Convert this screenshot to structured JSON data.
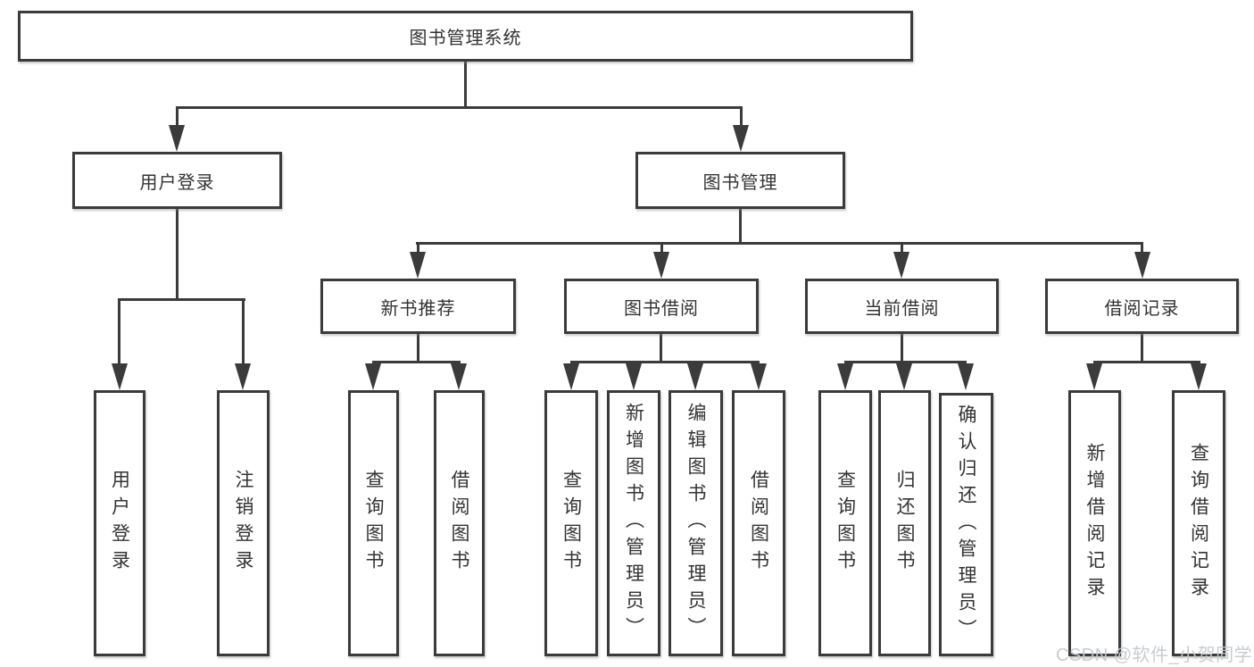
{
  "tree": {
    "root": "图书管理系统",
    "l2": [
      "用户登录",
      "图书管理"
    ],
    "l3": [
      "新书推荐",
      "图书借阅",
      "当前借阅",
      "借阅记录"
    ],
    "leaves": {
      "login": [
        "用户登录",
        "注销登录"
      ],
      "newbook": [
        "查询图书",
        "借阅图书"
      ],
      "borrow": [
        "查询图书",
        "新增图书（管理员）",
        "编辑图书（管理员）",
        "借阅图书"
      ],
      "current": [
        "查询图书",
        "归还图书",
        "确认归还（管理员）"
      ],
      "records": [
        "新增借阅记录",
        "查询借阅记录"
      ]
    }
  },
  "watermark": "CSDN @软件_小贺同学",
  "colors": {
    "line": "#3b3b3b",
    "text": "#333333",
    "watermark": "#c6c9ce",
    "background": "#ffffff"
  }
}
